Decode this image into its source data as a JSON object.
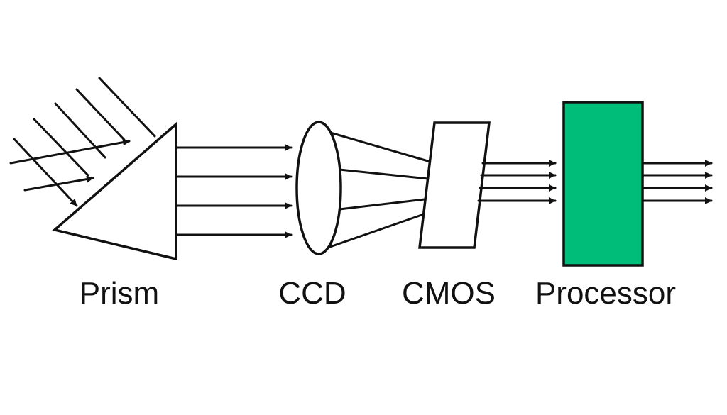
{
  "labels": {
    "prism": "Prism",
    "ccd": "CCD",
    "cmos": "CMOS",
    "processor": "Processor"
  },
  "colors": {
    "processor_fill": "#00BE7A",
    "line": "#111111",
    "background": "#FFFFFF"
  }
}
